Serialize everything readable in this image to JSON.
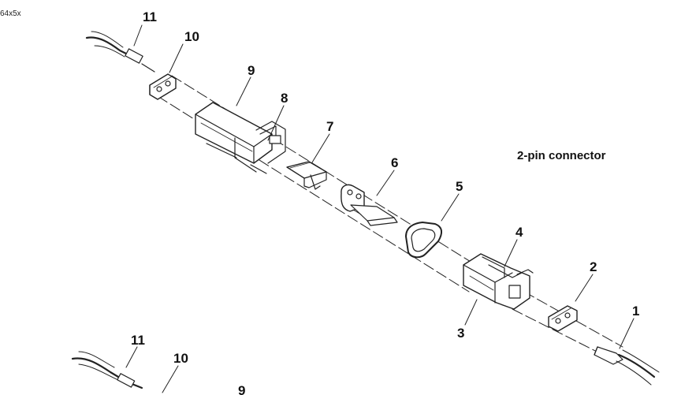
{
  "corner_text": "64x5x",
  "caption": "2-pin connector",
  "callouts": [
    "11",
    "10",
    "9",
    "8",
    "7",
    "6",
    "5",
    "4",
    "3",
    "2",
    "1",
    "11",
    "10",
    "9"
  ]
}
